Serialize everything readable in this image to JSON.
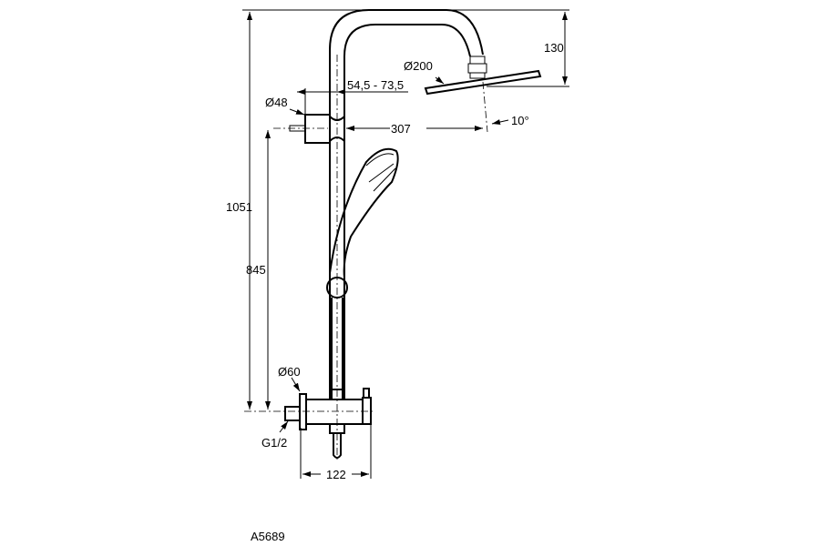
{
  "drawing": {
    "code": "A5689",
    "dimensions": {
      "total_height": "1051",
      "outlet_height": "845",
      "head_drop": "130",
      "head_diameter": "Ø200",
      "arm_reach": "307",
      "wall_offset": "54,5 - 73,5",
      "bracket_diameter": "Ø48",
      "tilt_angle": "10°",
      "mixer_flange": "Ø60",
      "inlet_thread": "G1/2",
      "mixer_width": "122"
    }
  }
}
